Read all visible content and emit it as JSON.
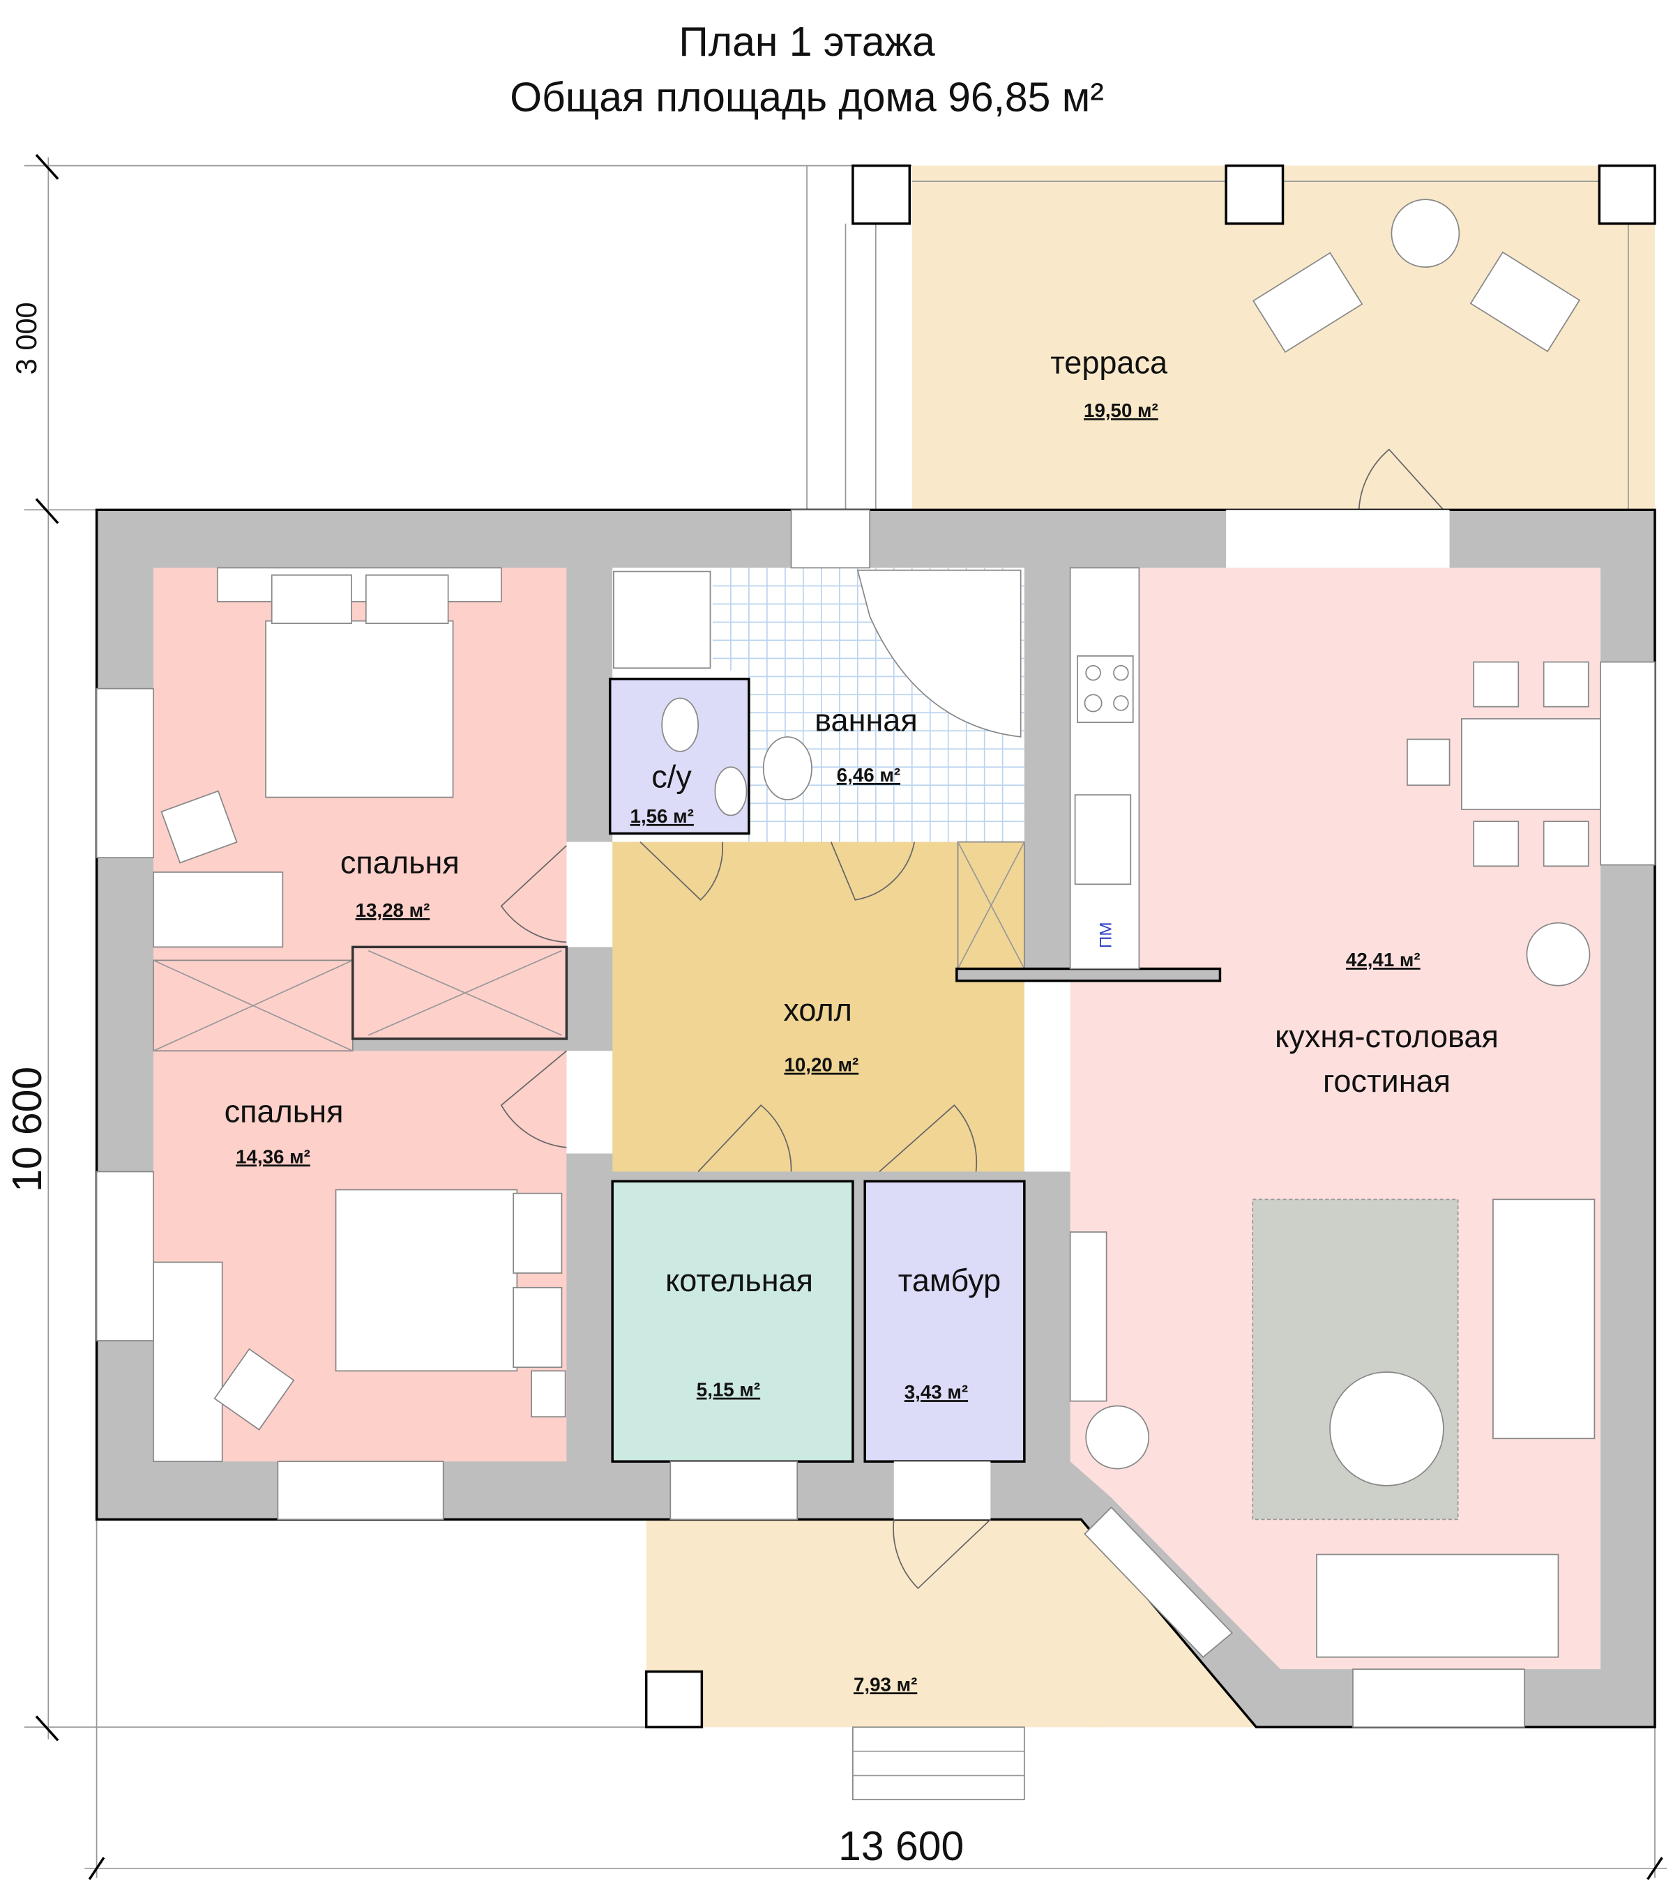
{
  "title": {
    "line1": "План 1 этажа",
    "line2": "Общая площадь дома 96,85 м²"
  },
  "dimensions": {
    "width": "13 600",
    "height": "10 600",
    "terrace_depth": "3 000"
  },
  "rooms": {
    "terrace": {
      "name": "терраса",
      "area": "19,50 м²"
    },
    "bedroom1": {
      "name": "спальня",
      "area": "13,28 м²"
    },
    "bedroom2": {
      "name": "спальня",
      "area": "14,36 м²"
    },
    "wc": {
      "name": "с/у",
      "area": "1,56 м²"
    },
    "bathroom": {
      "name": "ванная",
      "area": "6,46 м²"
    },
    "hall": {
      "name": "холл",
      "area": "10,20 м²"
    },
    "kitchen": {
      "name_line1": "кухня-столовая",
      "name_line2": "гостиная",
      "area": "42,41 м²"
    },
    "boiler": {
      "name": "котельная",
      "area": "5,15 м²"
    },
    "vestibule": {
      "name": "тамбур",
      "area": "3,43 м²"
    },
    "porch": {
      "area": "7,93 м²"
    }
  },
  "appliance_label": "ПМ",
  "colors": {
    "wall": "#bebebe",
    "bedroom": "#fdd0ca",
    "terrace": "#f9e9ca",
    "hall": "#f0d595",
    "kitchen": "#fde0de",
    "boiler": "#cdeae2",
    "vestibule": "#dcdcf8",
    "wc": "#dcdcf8"
  }
}
